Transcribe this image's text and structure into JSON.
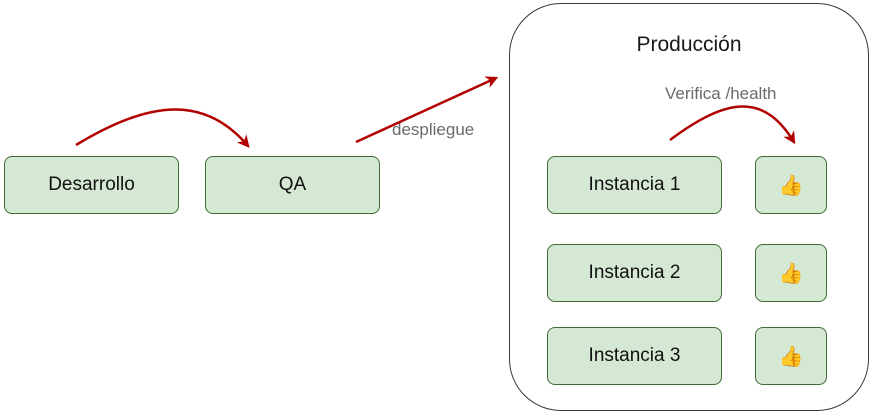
{
  "diagram": {
    "stages": {
      "desarrollo": "Desarrollo",
      "qa": "QA"
    },
    "produccion": {
      "title": "Producción",
      "health_label": "Verifica /health",
      "instances": [
        "Instancia 1",
        "Instancia 2",
        "Instancia 3"
      ],
      "health_icon": "thumbs-up-icon",
      "health_glyph": "👍"
    },
    "deploy_label": "despliegue"
  },
  "colors": {
    "node_fill": "#d5e8d4",
    "node_border": "#3f6b34",
    "arrow": "#b20000",
    "label_text": "#6b6b6b"
  }
}
